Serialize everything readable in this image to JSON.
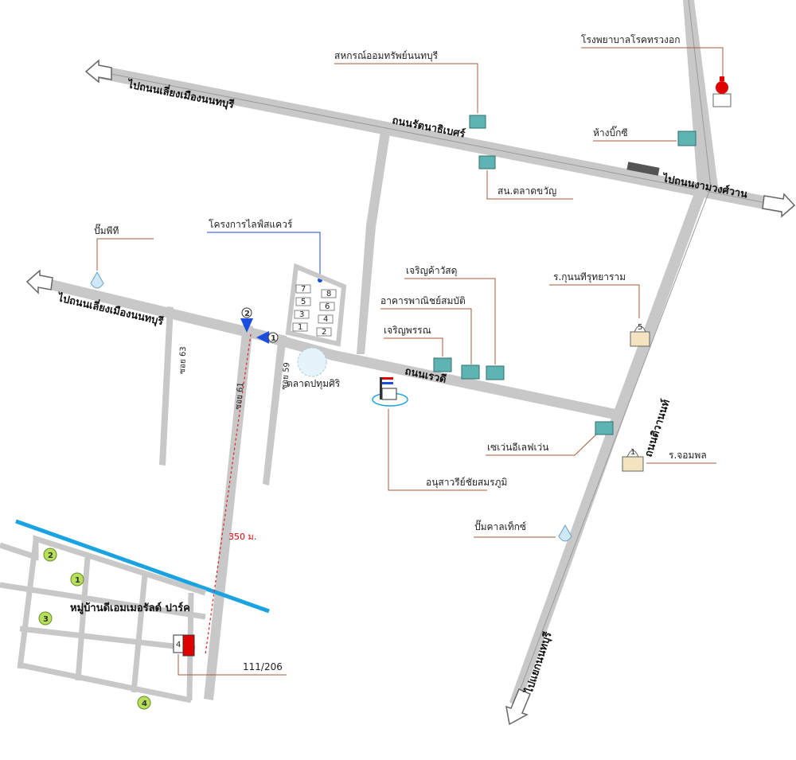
{
  "roads": {
    "top_road_left": "ไปถนนเลี่ยงเมืองนนทบุรี",
    "rattanathibet": "ถนนรัตนาธิเบศร์",
    "ngamwongwan": "ไปถนนงามวงศ์วาน",
    "mid_road_left": "ไปถนนเลี่ยงเมืองนนทบุรี",
    "chaeng_watthana": "ถนนเรวดี",
    "tiwanon": "ถนนติวานนท์",
    "to_nonthaburi": "ไปแยกนนทบุรี",
    "soi_63": "ซอย 63",
    "soi_61": "ซอย 61",
    "soi_59": "ซอย 59"
  },
  "places": {
    "hospital": "โรงพยาบาลโรคทรวงอก",
    "cooperative": "สหกรณ์ออมทรัพย์นนทบุรี",
    "big_c": "ห้างบิ๊กซี",
    "lotus": "สน.ตลาดขวัญ",
    "ptt": "ปั๊มพีที",
    "project": "โครงการไลฟ์สแควร์",
    "jet_bangkok": "เจริญค้าวัสดุ",
    "building_prosper": "อาคารพาณิชย์สมบัติ",
    "jet_kiet": "เจริญพรรณ",
    "school_karn": "ร.กุนนทีรุทยาราม",
    "park": "ตลาดปทุมศิริ",
    "monument": "อนุสาวรีย์ชัยสมรภูมิ",
    "cheer_shop": "เซเว่นอีเลฟเว่น",
    "school_jom": "ร.จอมพล",
    "pump_gas": "ปั๊มคาลเท็กซ์",
    "village": "หมู่บ้านดีเอมเมอรัลด์ ปาร์ค",
    "address": "111/206",
    "distance": "350 ม."
  },
  "markers": {
    "m1": "1",
    "m2": "2",
    "g1": "1",
    "g2": "2",
    "g3": "3",
    "g4": "4",
    "s1": "1",
    "s2": "2",
    "s3": "3",
    "s4": "4",
    "s5": "5",
    "s6": "6",
    "s7": "7",
    "s8": "8",
    "target": "4",
    "school1_num": "5",
    "school2_num": "1"
  },
  "colors": {
    "road": "#c8c8c8",
    "canal": "#1aa3e0",
    "leader": "#a65a3a",
    "building": "#5fb3b3",
    "target": "#e00000",
    "marker_blue": "#1a4de0",
    "marker_green": "#b6e05a",
    "distance_line": "#e02020"
  }
}
